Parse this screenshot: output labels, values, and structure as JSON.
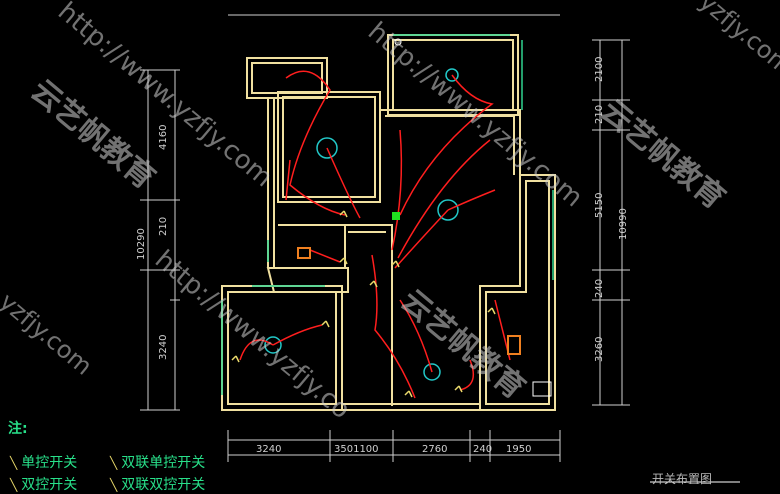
{
  "dimensions": {
    "top": [
      "3240",
      "3501100",
      "2760",
      "240",
      "1950"
    ],
    "left": [
      "4160",
      "10290",
      "210",
      "3240"
    ],
    "right": [
      "2100",
      "210",
      "5150",
      "10990",
      "240",
      "3260"
    ]
  },
  "legend": {
    "note": "注:",
    "items": [
      {
        "icon": "single-switch-icon",
        "label": "单控开关"
      },
      {
        "icon": "double-single-switch-icon",
        "label": "双联单控开关"
      },
      {
        "icon": "two-way-switch-icon",
        "label": "双控开关"
      },
      {
        "icon": "double-two-way-switch-icon",
        "label": "双联双控开关"
      }
    ]
  },
  "title": "开关布置图",
  "watermarks": {
    "brand": "云艺帆教育",
    "url": "http://www.yzfjy.com",
    "url_short": "yzfjy.com",
    "url_mid": "http://www.yzfjy.co"
  },
  "colors": {
    "wall": "#f0e0a0",
    "wiring": "#ff1e1e",
    "lamp": "#22c8c8",
    "dimension": "#d0d0d0",
    "legend_text": "#28e08a",
    "window": "#2fd38f"
  }
}
